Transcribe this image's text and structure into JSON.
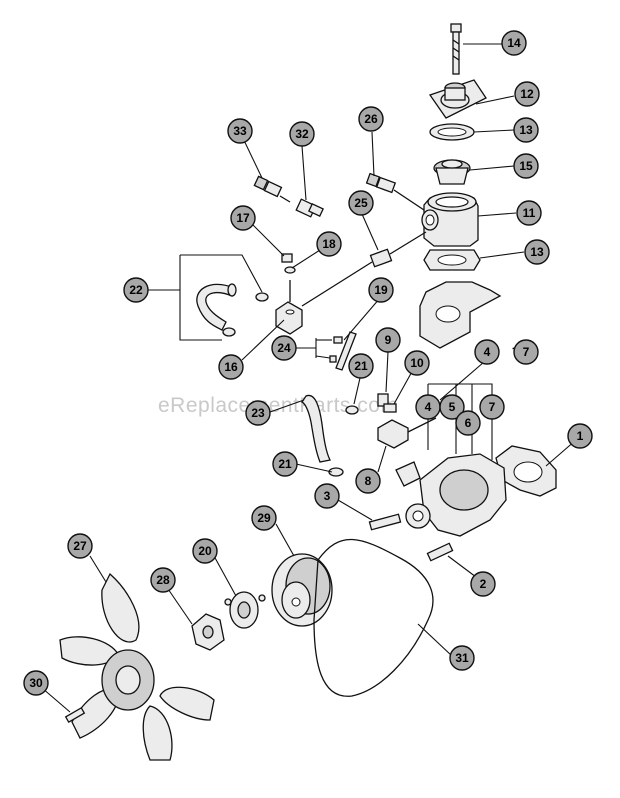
{
  "watermark": "eReplacementParts.com",
  "callouts": [
    {
      "id": "c14",
      "label": "14"
    },
    {
      "id": "c12",
      "label": "12"
    },
    {
      "id": "c13a",
      "label": "13"
    },
    {
      "id": "c15",
      "label": "15"
    },
    {
      "id": "c11",
      "label": "11"
    },
    {
      "id": "c13b",
      "label": "13"
    },
    {
      "id": "c33",
      "label": "33"
    },
    {
      "id": "c32",
      "label": "32"
    },
    {
      "id": "c26",
      "label": "26"
    },
    {
      "id": "c25",
      "label": "25"
    },
    {
      "id": "c17",
      "label": "17"
    },
    {
      "id": "c18",
      "label": "18"
    },
    {
      "id": "c22",
      "label": "22"
    },
    {
      "id": "c16",
      "label": "16"
    },
    {
      "id": "c19",
      "label": "19"
    },
    {
      "id": "c24",
      "label": "24"
    },
    {
      "id": "c4a",
      "label": "4"
    },
    {
      "id": "c7a",
      "label": "7"
    },
    {
      "id": "c9",
      "label": "9"
    },
    {
      "id": "c10",
      "label": "10"
    },
    {
      "id": "c21a",
      "label": "21"
    },
    {
      "id": "c23",
      "label": "23"
    },
    {
      "id": "c4b",
      "label": "4"
    },
    {
      "id": "c5",
      "label": "5"
    },
    {
      "id": "c6",
      "label": "6"
    },
    {
      "id": "c7b",
      "label": "7"
    },
    {
      "id": "c1",
      "label": "1"
    },
    {
      "id": "c8",
      "label": "8"
    },
    {
      "id": "c21b",
      "label": "21"
    },
    {
      "id": "c3",
      "label": "3"
    },
    {
      "id": "c29",
      "label": "29"
    },
    {
      "id": "c2",
      "label": "2"
    },
    {
      "id": "c27",
      "label": "27"
    },
    {
      "id": "c20",
      "label": "20"
    },
    {
      "id": "c28",
      "label": "28"
    },
    {
      "id": "c31",
      "label": "31"
    },
    {
      "id": "c30",
      "label": "30"
    }
  ],
  "tilde": "~"
}
